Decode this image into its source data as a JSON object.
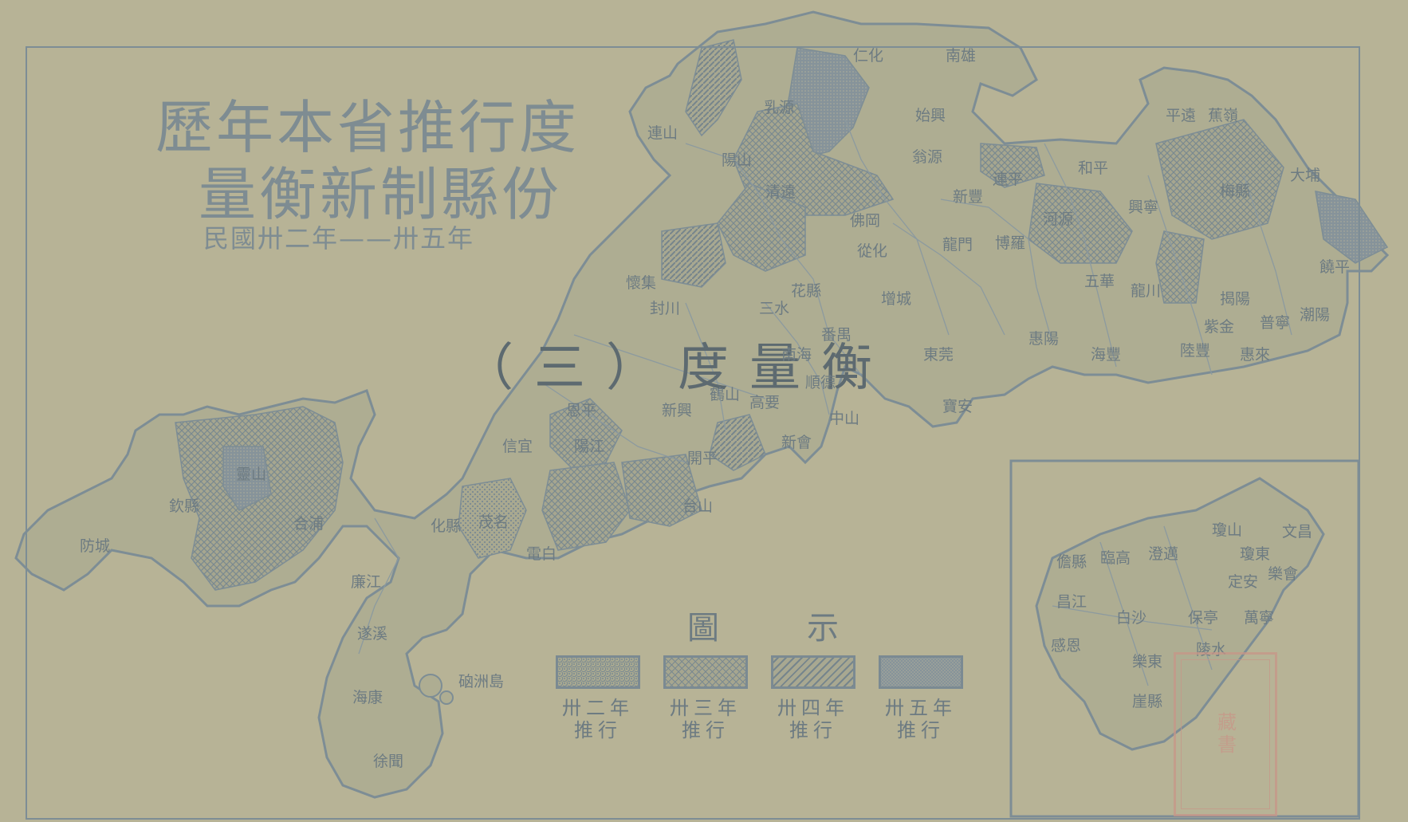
{
  "title": {
    "line1": "歷年本省推行度",
    "line2": "量衡新制縣份",
    "date_range": "民國卅二年——卅五年"
  },
  "section_title": "（三）度量衡",
  "legend": {
    "title": "圖示",
    "items": [
      {
        "label": "卅二年推行",
        "pattern": "dots",
        "year": "卅二年"
      },
      {
        "label": "卅三年推行",
        "pattern": "crosshatch",
        "year": "卅三年"
      },
      {
        "label": "卅四年推行",
        "pattern": "hatch",
        "year": "卅四年"
      },
      {
        "label": "卅五年推行",
        "pattern": "dense",
        "year": "卅五年"
      }
    ]
  },
  "county_labels": {
    "northwest": [
      "連山",
      "陽山",
      "乳源",
      "仁化",
      "南雄",
      "始興",
      "翁源",
      "新豐",
      "佛岡",
      "清遠",
      "三水",
      "從化",
      "龍門",
      "增城",
      "東莞",
      "寶安",
      "花縣"
    ],
    "central": [
      "懷集",
      "封川",
      "高要",
      "新興",
      "鶴山",
      "開平",
      "台山",
      "新會",
      "中山",
      "順德",
      "南海",
      "番禺",
      "恩平",
      "陽江",
      "電白",
      "茂名",
      "信宜",
      "化縣",
      "廉江"
    ],
    "east": [
      "和平",
      "平遠",
      "蕉嶺",
      "大埔",
      "梅縣",
      "五華",
      "興寧",
      "紫金",
      "河源",
      "連平",
      "龍川",
      "博羅",
      "惠陽",
      "海豐",
      "陸豐",
      "揭陽",
      "普寧",
      "惠來",
      "潮陽",
      "饒平"
    ],
    "southwest": [
      "欽縣",
      "防城",
      "遂溪",
      "海康",
      "徐聞",
      "硇洲島",
      "靈山",
      "合浦"
    ],
    "hainan": [
      "瓊山",
      "文昌",
      "定安",
      "澄邁",
      "臨高",
      "儋縣",
      "昌江",
      "感恩",
      "崖縣",
      "陵水",
      "萬寧",
      "樂會",
      "瓊東",
      "保亭",
      "白沙",
      "樂東"
    ]
  },
  "seal_text": "藏書",
  "colors": {
    "paper": "#b7b396",
    "ink": "#7d8d95",
    "land": "#aead92",
    "seal": "#c89688"
  }
}
